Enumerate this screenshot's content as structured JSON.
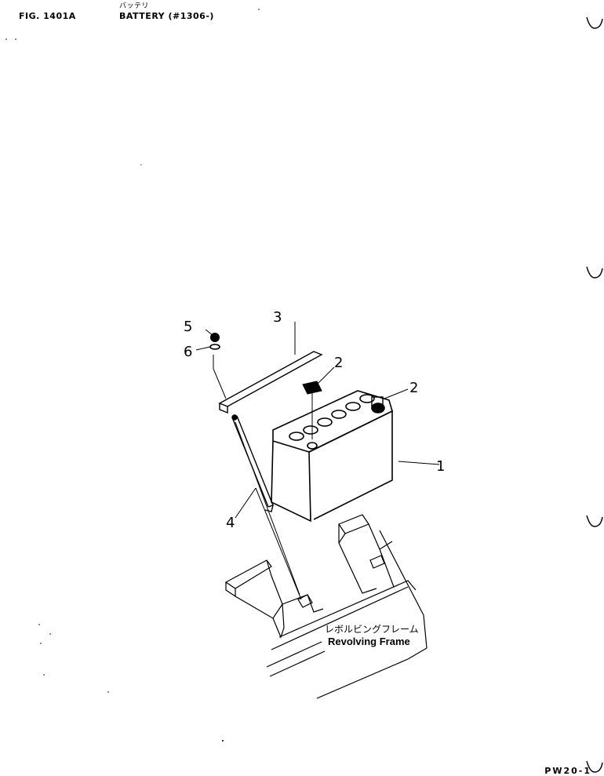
{
  "header": {
    "fig_number": "FIG. 1401A",
    "title_jp": "バッテリ",
    "title_en": "BATTERY (#1306-)"
  },
  "callouts": {
    "part1": "1",
    "part2a": "2",
    "part2b": "2",
    "part3": "3",
    "part4": "4",
    "part5": "5",
    "part6": "6"
  },
  "frame_label": {
    "jp": "レボルビングフレーム",
    "en": "Revolving Frame"
  },
  "footer": {
    "page_code": "PW20-1"
  }
}
